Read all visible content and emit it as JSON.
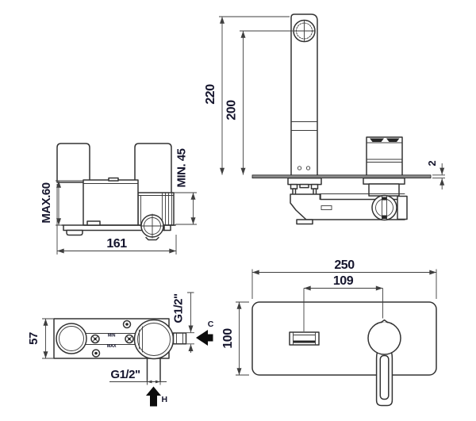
{
  "drawing": {
    "background": "#ffffff",
    "line_color": "#333333",
    "dimension_color": "#3f3f3f",
    "text_color": "#15152d",
    "arrow_fill": "#0d0d0d"
  },
  "front_body_view": {
    "max_height": "MAX.60",
    "min_depth": "MIN. 45",
    "width": "161"
  },
  "side_view": {
    "total_height": "220",
    "spout_height": "200",
    "plate_thickness": "2"
  },
  "top_view": {
    "depth": "57",
    "cold_thread": "G1/2\"",
    "hot_thread": "G1/2\"",
    "cold_label": "C",
    "hot_label": "H",
    "min_label": "MIN",
    "max_label": "MAX"
  },
  "plate_view": {
    "width": "250",
    "spout_to_handle": "109",
    "height": "100"
  }
}
